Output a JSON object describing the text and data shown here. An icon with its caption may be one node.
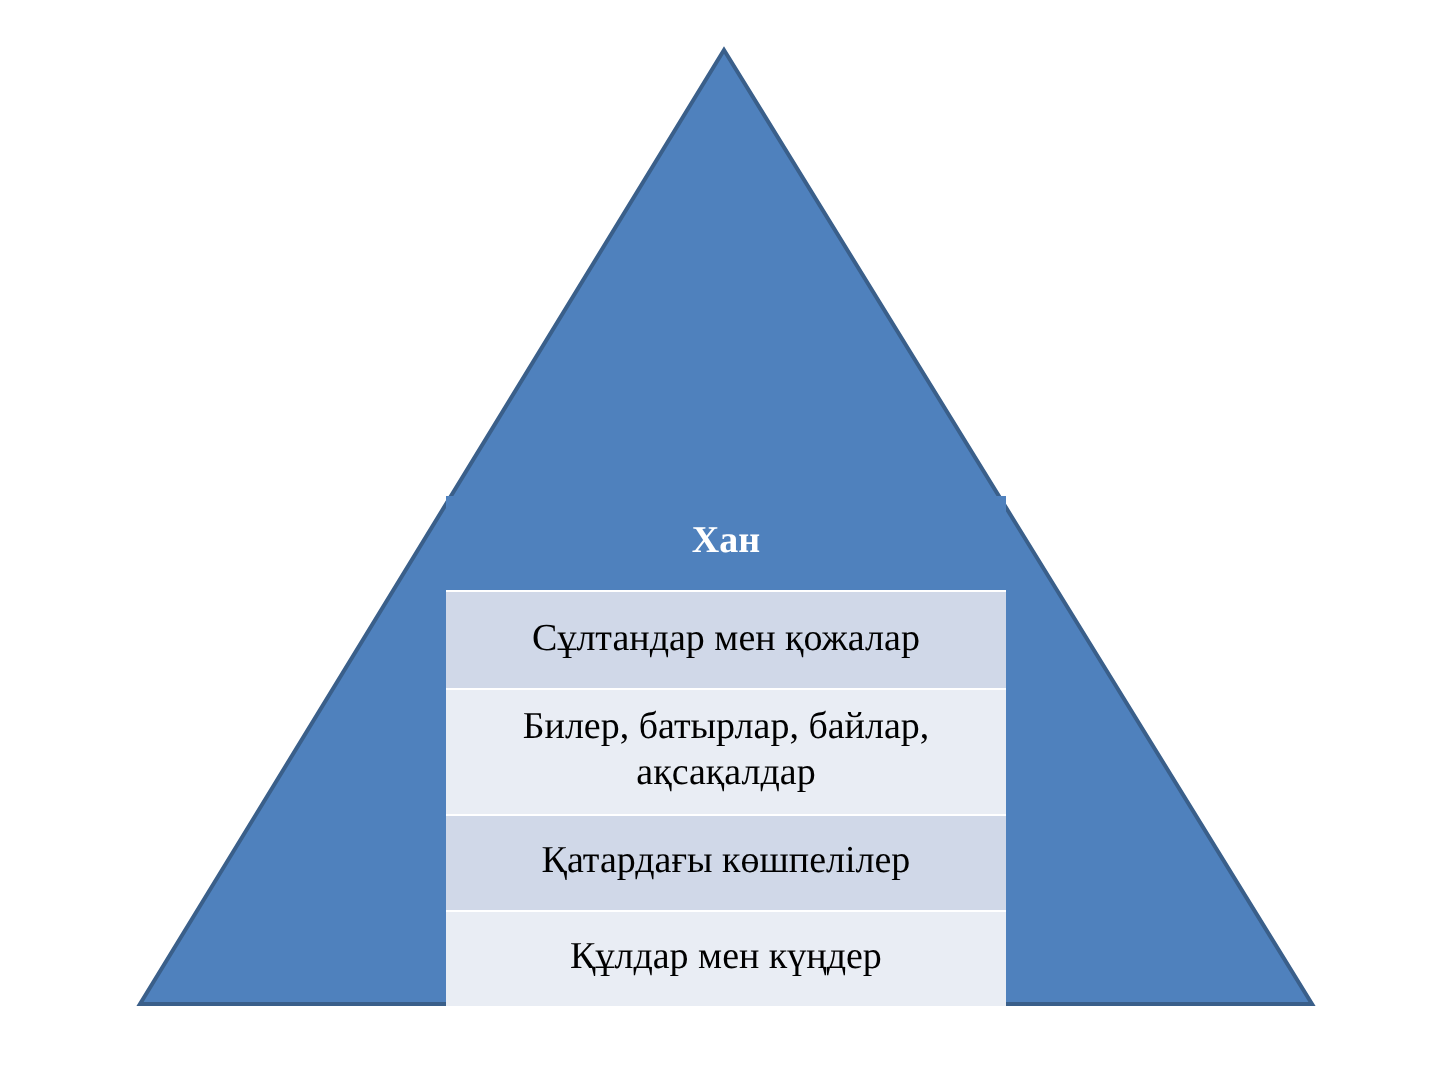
{
  "diagram": {
    "labels": [
      "Хан",
      "Сұлтандар мен қожалар",
      "Билер, батырлар, байлар, ақсақалдар",
      "Қатардағы көшпелілер",
      "Құлдар мен күңдер"
    ]
  }
}
